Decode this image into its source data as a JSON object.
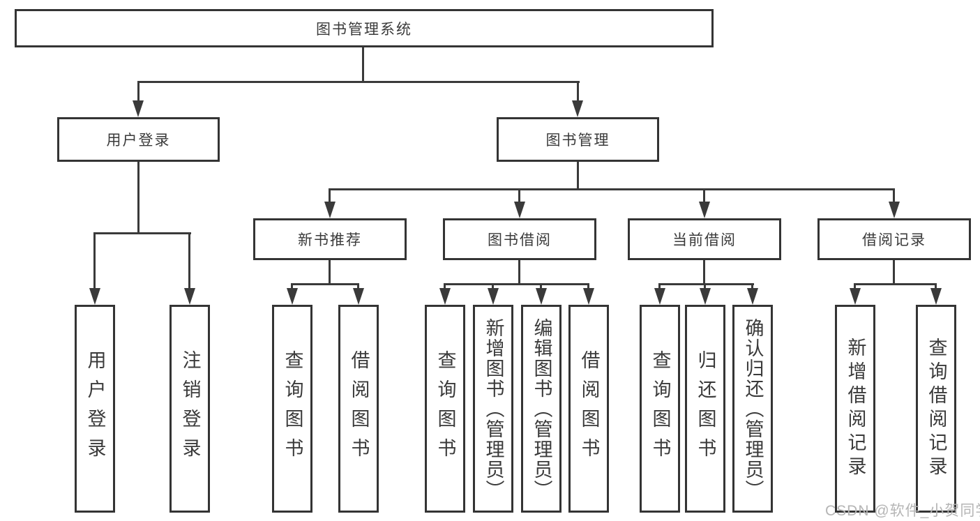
{
  "tree": {
    "root": {
      "label": "图书管理系统"
    },
    "level2": [
      {
        "label": "用户登录"
      },
      {
        "label": "图书管理"
      }
    ],
    "level3": [
      {
        "label": "新书推荐"
      },
      {
        "label": "图书借阅"
      },
      {
        "label": "当前借阅"
      },
      {
        "label": "借阅记录"
      }
    ],
    "leaves": {
      "login": [
        {
          "label": "用户登录"
        },
        {
          "label": "注销登录"
        }
      ],
      "recommend": [
        {
          "label": "查询图书"
        },
        {
          "label": "借阅图书"
        }
      ],
      "borrow": [
        {
          "label": "查询图书"
        },
        {
          "label": "新增图书（管理员）"
        },
        {
          "label": "编辑图书（管理员）"
        },
        {
          "label": "借阅图书"
        }
      ],
      "current": [
        {
          "label": "查询图书"
        },
        {
          "label": "归还图书"
        },
        {
          "label": "确认归还（管理员）"
        }
      ],
      "records": [
        {
          "label": "新增借阅记录"
        },
        {
          "label": "查询借阅记录"
        }
      ]
    }
  },
  "watermark": {
    "text": "CSDN @软件_小贺同学"
  },
  "colors": {
    "line": "#3a3a3a",
    "border": "#343434",
    "text": "#3a3a3a",
    "background": "#ffffff",
    "watermark": "#b5b5b5"
  }
}
